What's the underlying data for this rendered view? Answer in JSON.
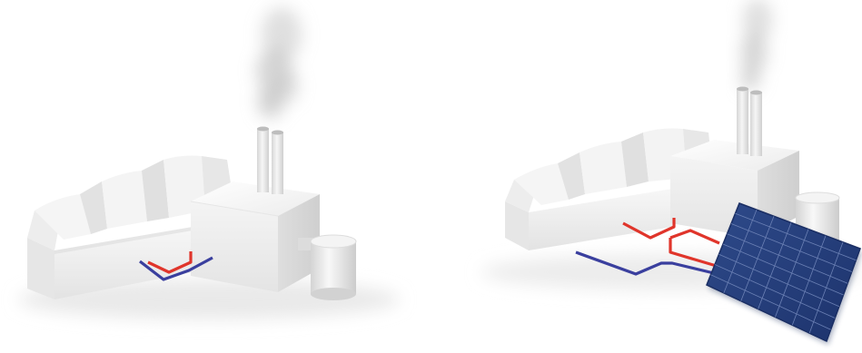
{
  "figure": {
    "panels": [
      {
        "name": "factory-without-solar",
        "pipes": [
          {
            "kind": "hot",
            "color": "#e0352b"
          },
          {
            "kind": "cold",
            "color": "#3a3f9e"
          }
        ]
      },
      {
        "name": "factory-with-solar-collector",
        "pipes": [
          {
            "kind": "hot",
            "color": "#e0352b"
          },
          {
            "kind": "cold",
            "color": "#3a3f9e"
          }
        ],
        "solar_panel": {
          "color": "#243e7e",
          "grid_color": "#6b80b4",
          "rows": 8,
          "cols": 7
        }
      }
    ],
    "colors": {
      "building": "#f2f2f2",
      "building_shade": "#dcdcdc",
      "building_dark": "#c9c9c9",
      "smoke": "#bdbdbd"
    }
  }
}
